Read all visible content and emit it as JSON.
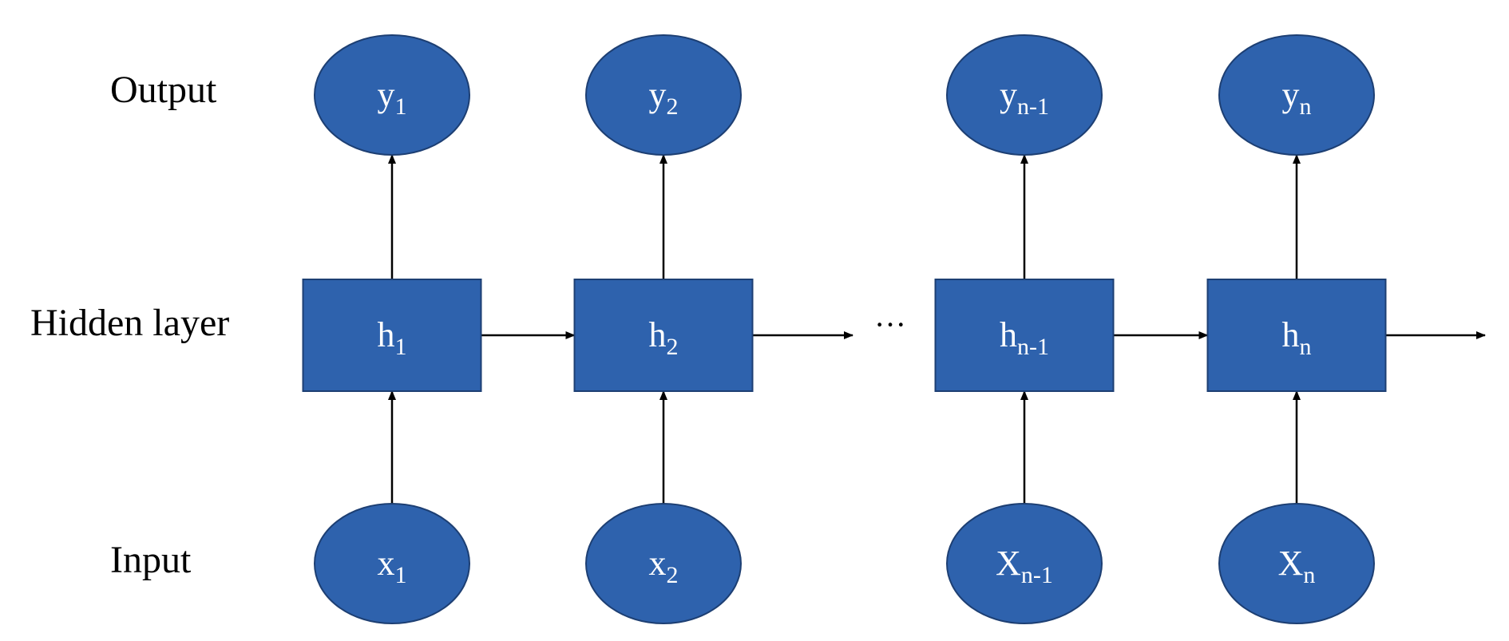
{
  "labels": {
    "output": "Output",
    "hidden": "Hidden layer",
    "input": "Input"
  },
  "ellipsis": "···",
  "colors": {
    "node_fill": "#2e62ad",
    "node_stroke": "#1d3f73",
    "node_text": "#ffffff",
    "edge": "#000000"
  },
  "columns": [
    {
      "output": {
        "base": "y",
        "sub": "1"
      },
      "hidden": {
        "base": "h",
        "sub": "1"
      },
      "input": {
        "base": "x",
        "sub": "1"
      }
    },
    {
      "output": {
        "base": "y",
        "sub": "2"
      },
      "hidden": {
        "base": "h",
        "sub": "2"
      },
      "input": {
        "base": "x",
        "sub": "2"
      }
    },
    {
      "output": {
        "base": "y",
        "sub": "n-1"
      },
      "hidden": {
        "base": "h",
        "sub": "n-1"
      },
      "input": {
        "base": "X",
        "sub": "n-1"
      }
    },
    {
      "output": {
        "base": "y",
        "sub": "n"
      },
      "hidden": {
        "base": "h",
        "sub": "n"
      },
      "input": {
        "base": "X",
        "sub": "n"
      }
    }
  ]
}
